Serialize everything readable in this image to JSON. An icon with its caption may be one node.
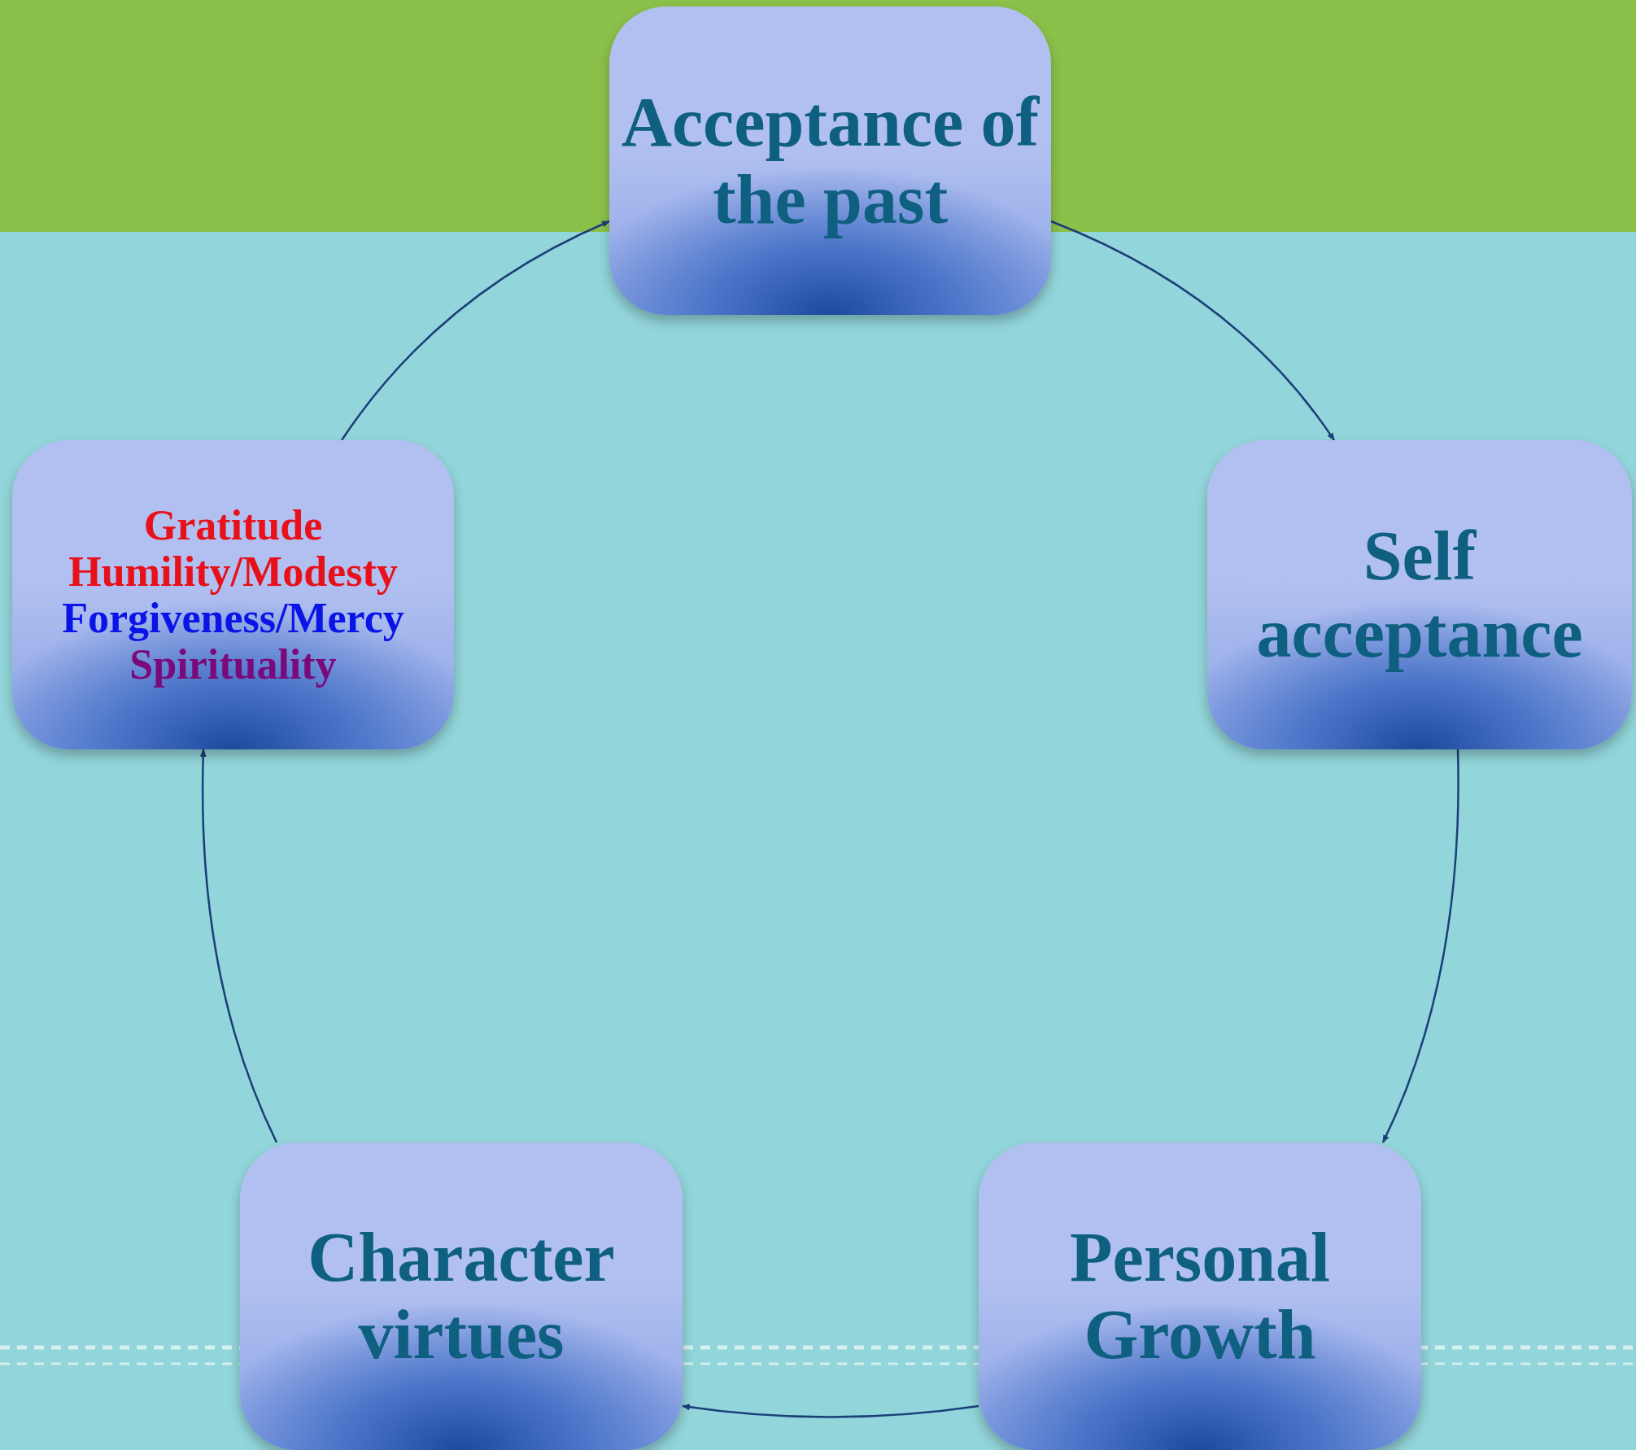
{
  "diagram": {
    "nodes": [
      {
        "text": [
          "Acceptance of the past"
        ]
      },
      {
        "text": [
          "Self acceptance"
        ]
      },
      {
        "text": [
          "Personal Growth"
        ]
      },
      {
        "text": [
          "Character virtues"
        ]
      },
      {
        "text": [
          "Gratitude",
          "Humility/Modesty",
          "Forgiveness/Mercy",
          "Spirituality"
        ]
      }
    ],
    "edges": [
      {
        "from": 0,
        "to": 1,
        "arrow": "to"
      },
      {
        "from": 1,
        "to": 2,
        "arrow": "to"
      },
      {
        "from": 2,
        "to": 3,
        "arrow": "to"
      },
      {
        "from": 3,
        "to": 4,
        "arrow": "to"
      },
      {
        "from": 4,
        "to": 0,
        "arrow": "to"
      }
    ]
  }
}
